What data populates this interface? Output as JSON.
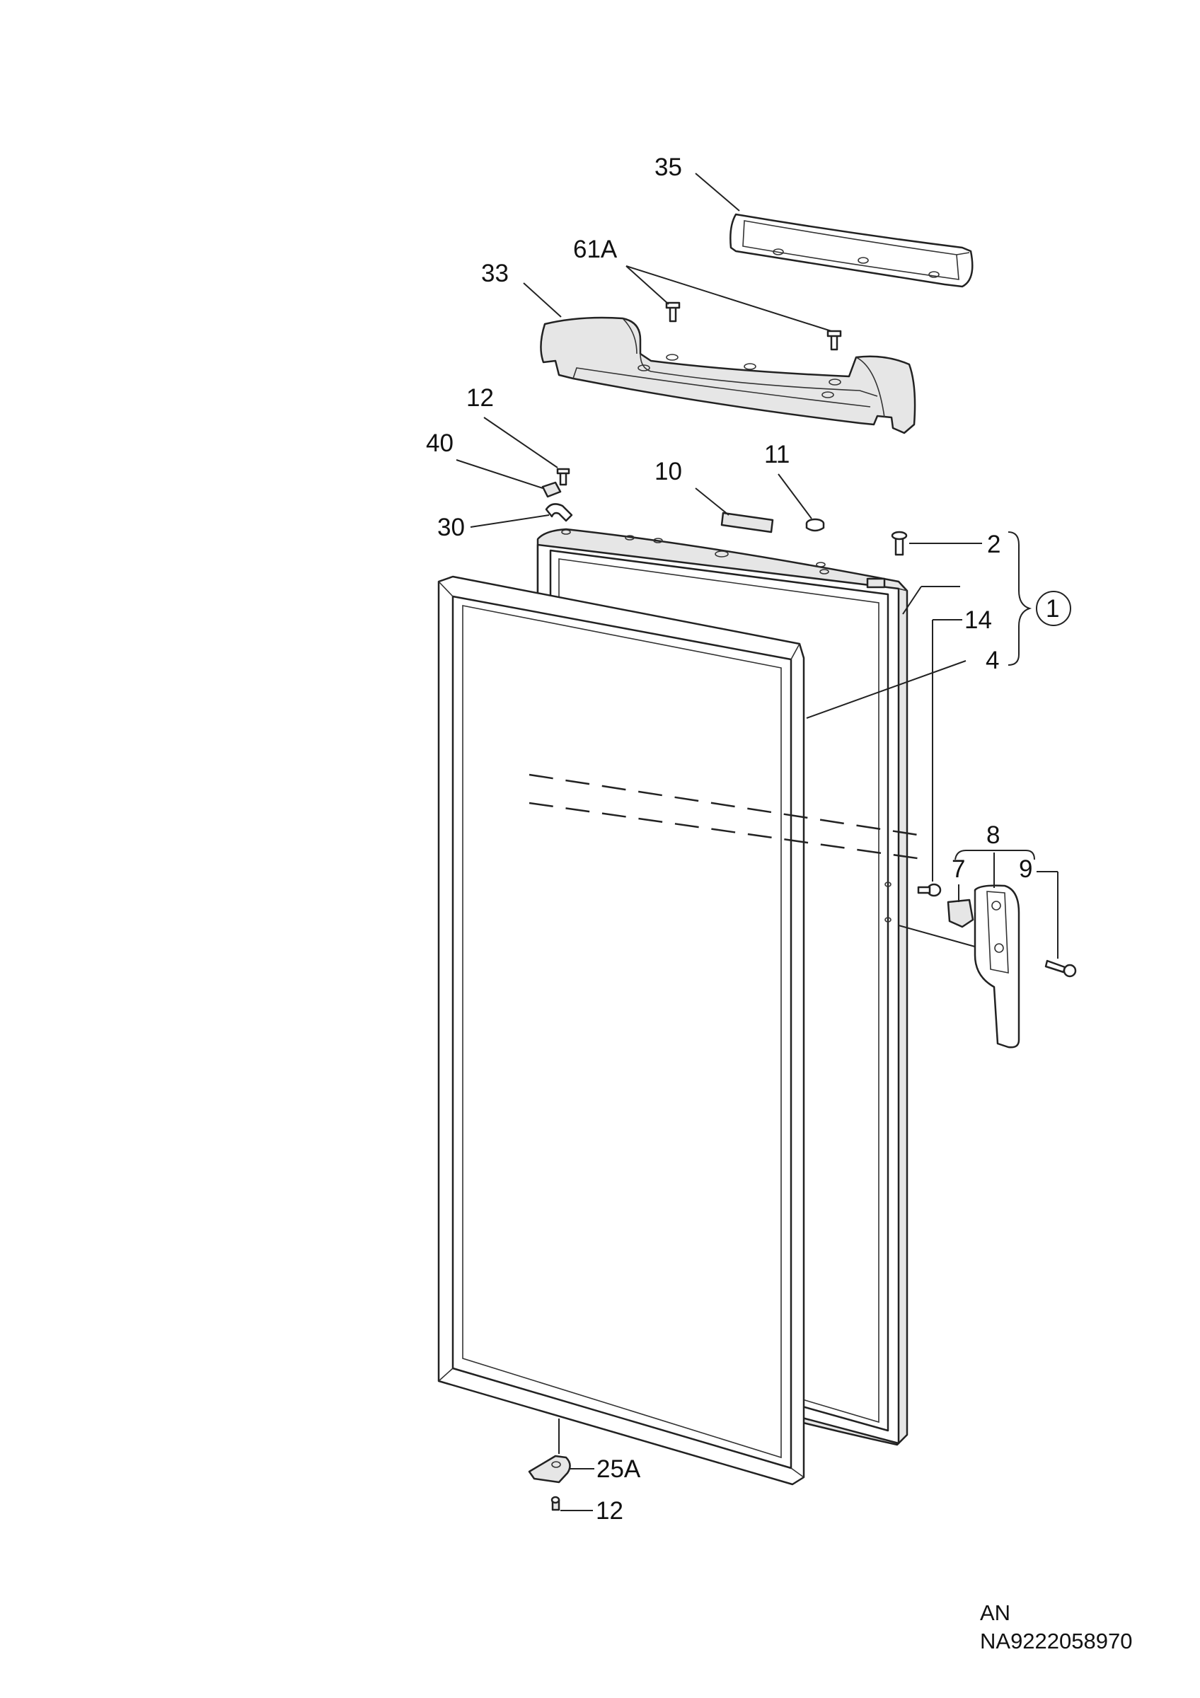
{
  "labels": {
    "l35": "35",
    "l61A": "61A",
    "l33": "33",
    "l12_top": "12",
    "l40": "40",
    "l10": "10",
    "l11": "11",
    "l30": "30",
    "l2": "2",
    "l1": "1",
    "l14": "14",
    "l4": "4",
    "l8": "8",
    "l7": "7",
    "l9": "9",
    "l25A": "25A",
    "l12_bottom": "12"
  },
  "footer": {
    "code1": "AN",
    "code2": "NA9222058970"
  }
}
